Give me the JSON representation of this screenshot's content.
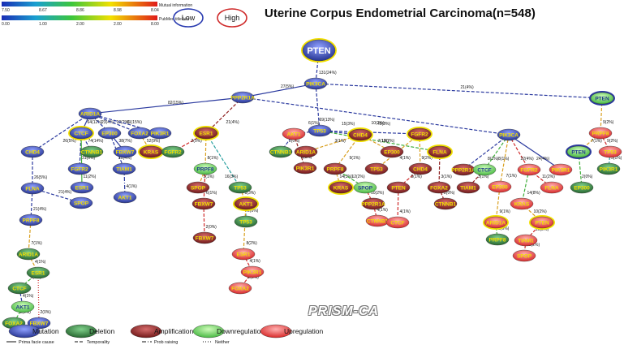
{
  "title": "Uterine Corpus Endometrial Carcinoma(n=548)",
  "watermark": "PRISM-CA",
  "colorbar_mi": {
    "label": "Mutual information",
    "ticks": [
      "7.50",
      "8.67",
      "8.86",
      "8.98",
      "8.04"
    ]
  },
  "colorbar_pubmed": {
    "label": "PubMed title hits",
    "ticks": [
      "0.00",
      "1.00",
      "2.00",
      "2.00",
      "8.00"
    ]
  },
  "low_high_legend": {
    "low": "Low",
    "high": "High",
    "low_color": "#2a3bb0",
    "high_color": "#cf2a2a"
  },
  "node_legend": [
    {
      "label": "Mutation",
      "type": "mutation"
    },
    {
      "label": "Deletion",
      "type": "deletion"
    },
    {
      "label": "Amplification",
      "type": "amplification"
    },
    {
      "label": "Downregulation",
      "type": "downregulation"
    },
    {
      "label": "Upregulation",
      "type": "upregulation"
    }
  ],
  "edge_legend": [
    {
      "label": "Prima facie cause",
      "style": "solid"
    },
    {
      "label": "Temporality",
      "style": "dashed"
    },
    {
      "label": "Prob raising",
      "style": "dashdot"
    },
    {
      "label": "Neither",
      "style": "dotted"
    }
  ],
  "type_colors": {
    "mutation": "#2b3a9f",
    "deletion": "#2f7a3a",
    "amplification": "#8e2020",
    "downregulation": "#69d54f",
    "upregulation": "#e83838",
    "mutation_yellow": "#3a3fa0"
  },
  "nodes": [
    {
      "id": "pten_root",
      "label": "PTEN",
      "type": "mutation",
      "ring": "#f3e000",
      "big": true
    },
    {
      "id": "pik3ca_1",
      "label": "PIK3CA",
      "type": "mutation"
    },
    {
      "id": "ppp2r1a",
      "label": "PPP2R1A",
      "type": "mutation"
    },
    {
      "id": "pten_2",
      "label": "PTEN",
      "type": "downregulation",
      "ring": "#2b3a9f"
    },
    {
      "id": "arid1a_1",
      "label": "ARID1A",
      "type": "mutation"
    },
    {
      "id": "tp53_1",
      "label": "TP53",
      "type": "mutation"
    },
    {
      "id": "ctcf_1",
      "label": "CTCF",
      "type": "mutation",
      "ring": "#f3e000"
    },
    {
      "id": "ep300_1",
      "label": "EP300",
      "type": "mutation"
    },
    {
      "id": "foxa2_1",
      "label": "FOXA2",
      "type": "mutation"
    },
    {
      "id": "pik3r1_1",
      "label": "PIK3R1",
      "type": "mutation"
    },
    {
      "id": "esr1_1",
      "label": "ESR1",
      "type": "amplification",
      "ring": "#f3e000"
    },
    {
      "id": "chd4_1",
      "label": "CHD4",
      "type": "mutation"
    },
    {
      "id": "ctnnb1_1",
      "label": "CTNNB1",
      "type": "deletion"
    },
    {
      "id": "fgfr2_1",
      "label": "FGFR2",
      "type": "mutation"
    },
    {
      "id": "fbxw7_1",
      "label": "FBXW7",
      "type": "mutation"
    },
    {
      "id": "kras_1",
      "label": "KRAS",
      "type": "amplification",
      "ring": "#f3e000"
    },
    {
      "id": "fgfr2_2",
      "label": "FGFR2",
      "type": "deletion"
    },
    {
      "id": "tiam1_1",
      "label": "TIAM1",
      "type": "mutation"
    },
    {
      "id": "esr1_2",
      "label": "ESR1",
      "type": "mutation"
    },
    {
      "id": "akt1_1",
      "label": "AKT1",
      "type": "mutation"
    },
    {
      "id": "flna_1",
      "label": "FLNA",
      "type": "mutation"
    },
    {
      "id": "spop_1",
      "label": "SPOP",
      "type": "mutation"
    },
    {
      "id": "prpf8_1",
      "label": "PRPF8",
      "type": "mutation"
    },
    {
      "id": "arid1a_2",
      "label": "ARID1A",
      "type": "deletion"
    },
    {
      "id": "esr1_3",
      "label": "ESR1",
      "type": "deletion"
    },
    {
      "id": "ctcf_2",
      "label": "CTCF",
      "type": "deletion"
    },
    {
      "id": "akt1_2",
      "label": "AKT1",
      "type": "downregulation"
    },
    {
      "id": "foxa2_2",
      "label": "FOXA2",
      "type": "deletion"
    },
    {
      "id": "fbxw7_2",
      "label": "FBXW7",
      "type": "mutation"
    },
    {
      "id": "prpf8_2",
      "label": "PRPF8",
      "type": "downregulation"
    },
    {
      "id": "spop_2",
      "label": "SPOP",
      "type": "amplification"
    },
    {
      "id": "tp53_2",
      "label": "TP53",
      "type": "deletion"
    },
    {
      "id": "fbxw7_3",
      "label": "FBXW7",
      "type": "amplification"
    },
    {
      "id": "akt1_3",
      "label": "AKT1",
      "type": "amplification",
      "ring": "#f3e000"
    },
    {
      "id": "fbxw7_4",
      "label": "FBXW7",
      "type": "amplification"
    },
    {
      "id": "tp53_3",
      "label": "TP53",
      "type": "deletion"
    },
    {
      "id": "esr1_4",
      "label": "ESR1",
      "type": "upregulation"
    },
    {
      "id": "pik3r1_2",
      "label": "PIK3R1",
      "type": "upregulation"
    },
    {
      "id": "foxa2_3",
      "label": "FOXA2",
      "type": "upregulation"
    },
    {
      "id": "akt1_4",
      "label": "AKT1",
      "type": "upregulation"
    },
    {
      "id": "ctnnb1_2",
      "label": "CTNNB1",
      "type": "deletion"
    },
    {
      "id": "pik3r1_3",
      "label": "PIK3R1",
      "type": "amplification"
    },
    {
      "id": "chd4_2",
      "label": "CHD4",
      "type": "amplification",
      "ring": "#f3e000"
    },
    {
      "id": "arid1a_3",
      "label": "ARID1A",
      "type": "amplification"
    },
    {
      "id": "prpf8_3",
      "label": "PRPF8",
      "type": "amplification"
    },
    {
      "id": "kras_2",
      "label": "KRAS",
      "type": "amplification",
      "ring": "#f3e000"
    },
    {
      "id": "spop_3",
      "label": "SPOP",
      "type": "downregulation"
    },
    {
      "id": "ppp2r1a_2",
      "label": "PPP2R1A",
      "type": "amplification"
    },
    {
      "id": "ctnnb1_3",
      "label": "CTNNB1",
      "type": "upregulation"
    },
    {
      "id": "fgfr2_3",
      "label": "FGFR2",
      "type": "amplification",
      "ring": "#f3e000"
    },
    {
      "id": "ep300_2",
      "label": "EP300",
      "type": "amplification"
    },
    {
      "id": "tp53_4",
      "label": "TP53",
      "type": "amplification"
    },
    {
      "id": "chd4_3",
      "label": "CHD4",
      "type": "amplification"
    },
    {
      "id": "pten_3",
      "label": "PTEN",
      "type": "amplification"
    },
    {
      "id": "ctcf_3",
      "label": "CTCF",
      "type": "upregulation"
    },
    {
      "id": "flna_2",
      "label": "FLNA",
      "type": "amplification",
      "ring": "#f3e000"
    },
    {
      "id": "foxa2_4",
      "label": "FOXA2",
      "type": "amplification"
    },
    {
      "id": "ctnnb1_4",
      "label": "CTNNB1",
      "type": "amplification"
    },
    {
      "id": "pik3ca_2",
      "label": "PIK3CA",
      "type": "mutation"
    },
    {
      "id": "ppp2r1a_3",
      "label": "PPP2R1A",
      "type": "amplification"
    },
    {
      "id": "ctcf_4",
      "label": "CTCF",
      "type": "downregulation"
    },
    {
      "id": "fgfr2_4",
      "label": "FGFR2",
      "type": "upregulation"
    },
    {
      "id": "pik3r1_4",
      "label": "PIK3R1",
      "type": "upregulation"
    },
    {
      "id": "tiam1_2",
      "label": "TIAM1",
      "type": "amplification"
    },
    {
      "id": "ep300_3",
      "label": "EP300",
      "type": "upregulation"
    },
    {
      "id": "flna_3",
      "label": "FLNA",
      "type": "upregulation"
    },
    {
      "id": "kras_3",
      "label": "KRAS",
      "type": "upregulation"
    },
    {
      "id": "pten_4",
      "label": "PTEN",
      "type": "upregulation",
      "ring": "#f3e000"
    },
    {
      "id": "arid1a_4",
      "label": "ARID1A",
      "type": "upregulation",
      "ring": "#f3e000"
    },
    {
      "id": "prpf8_4",
      "label": "PRPF8",
      "type": "deletion"
    },
    {
      "id": "tiam1_3",
      "label": "TIAM1",
      "type": "upregulation"
    },
    {
      "id": "spop_4",
      "label": "SPOP",
      "type": "upregulation"
    },
    {
      "id": "prpf8_5",
      "label": "PRPF8",
      "type": "upregulation"
    },
    {
      "id": "pten_5",
      "label": "PTEN",
      "type": "downregulation",
      "ring": "#2b3a9f"
    },
    {
      "id": "tp53_5",
      "label": "TP53",
      "type": "upregulation"
    },
    {
      "id": "pik3r1_5",
      "label": "PIK3R1",
      "type": "deletion"
    },
    {
      "id": "ep300_4",
      "label": "EP300",
      "type": "deletion"
    }
  ],
  "edges": [
    {
      "from": "pten_root",
      "to": "pik3ca_1",
      "label": "131(24%)",
      "style": "dashed",
      "color": "#2b3a9f"
    },
    {
      "from": "pik3ca_1",
      "to": "ppp2r1a",
      "label": "27(5%)",
      "style": "solid",
      "color": "#2b3a9f"
    },
    {
      "from": "pik3ca_1",
      "to": "tp53_1",
      "label": "69(13%)",
      "style": "dashed",
      "color": "#2b3a9f"
    },
    {
      "from": "pik3ca_1",
      "to": "pten_2",
      "label": "21(4%)",
      "style": "dashed",
      "color": "#2b3a9f"
    },
    {
      "from": "ppp2r1a",
      "to": "arid1a_1",
      "label": "82(15%)",
      "style": "solid",
      "color": "#2b3a9f"
    },
    {
      "from": "ppp2r1a",
      "to": "esr1_1",
      "label": "21(4%)",
      "style": "dashed",
      "color": "#8e2020"
    },
    {
      "from": "ppp2r1a",
      "to": "pik3ca_2",
      "label": "45(8%)",
      "style": "dashed",
      "color": "#2b3a9f"
    },
    {
      "from": "arid1a_1",
      "to": "ctcf_1",
      "label": "64(12%)",
      "style": "solid",
      "color": "#2b3a9f"
    },
    {
      "from": "arid1a_1",
      "to": "chd4_1",
      "label": "26(5%)",
      "style": "dashed",
      "color": "#2b3a9f"
    },
    {
      "from": "arid1a_1",
      "to": "ep300_1",
      "label": "23(4%)",
      "style": "dashed",
      "color": "#2b3a9f"
    },
    {
      "from": "arid1a_1",
      "to": "foxa2_1",
      "label": "12(2%)",
      "style": "dashed",
      "color": "#2b3a9f"
    },
    {
      "from": "arid1a_1",
      "to": "pik3r1_1",
      "label": "81(15%)",
      "style": "dashed",
      "color": "#2b3a9f"
    },
    {
      "from": "ctcf_1",
      "to": "ctnnb1_1",
      "label": "74(14%)",
      "style": "dashed",
      "color": "#2b3a9f"
    },
    {
      "from": "ctcf_1",
      "to": "fgfr2_1",
      "label": "31(6%)",
      "style": "dashed",
      "color": "#2b3a9f"
    },
    {
      "from": "ctcf_1",
      "to": "esr1_2",
      "label": "11(2%)",
      "style": "solid",
      "color": "#3fae3a"
    },
    {
      "from": "ep300_1",
      "to": "fbxw7_1",
      "label": "38(7%)",
      "style": "solid",
      "color": "#2b3a9f"
    },
    {
      "from": "ep300_1",
      "to": "tiam1_1",
      "label": "20(4%)",
      "style": "dashed",
      "color": "#2b3a9f"
    },
    {
      "from": "foxa2_1",
      "to": "kras_1",
      "label": "52(9%)",
      "style": "dashed",
      "color": "#d9a020"
    },
    {
      "from": "esr1_1",
      "to": "fgfr2_2",
      "label": "2(0%)",
      "style": "dashed",
      "color": "#cf2a2a"
    },
    {
      "from": "tiam1_1",
      "to": "akt1_1",
      "label": "4(1%)",
      "style": "dashdot",
      "color": "#2b3a9f"
    },
    {
      "from": "chd4_1",
      "to": "flna_1",
      "label": "26(5%)",
      "style": "dashed",
      "color": "#2b3a9f"
    },
    {
      "from": "flna_1",
      "to": "spop_1",
      "label": "21(4%)",
      "style": "dashed",
      "color": "#2b3a9f"
    },
    {
      "from": "flna_1",
      "to": "prpf8_1",
      "label": "21(4%)",
      "style": "dashed",
      "color": "#2b3a9f"
    },
    {
      "from": "prpf8_1",
      "to": "arid1a_2",
      "label": "7(1%)",
      "style": "dashed",
      "color": "#d9a020"
    },
    {
      "from": "arid1a_2",
      "to": "esr1_3",
      "label": "4(1%)",
      "style": "dashed",
      "color": "#d9a020"
    },
    {
      "from": "esr1_3",
      "to": "ctcf_2",
      "label": "6(1%)",
      "style": "dashed",
      "color": "#3fae3a"
    },
    {
      "from": "ctcf_2",
      "to": "akt1_2",
      "label": "4(1%)",
      "style": "dashed",
      "color": "#2b3a9f"
    },
    {
      "from": "akt1_2",
      "to": "foxa2_2",
      "label": "2(0%)",
      "style": "dashed",
      "color": "#3fae3a"
    },
    {
      "from": "esr1_3",
      "to": "fbxw7_2",
      "label": "2(0%)",
      "style": "dotted",
      "color": "#cf2a2a"
    },
    {
      "from": "esr1_1",
      "to": "prpf8_2",
      "label": "8(1%)",
      "style": "dashed",
      "color": "#d9a020"
    },
    {
      "from": "esr1_1",
      "to": "tp53_2",
      "label": "16(3%)",
      "style": "dashed",
      "color": "#2aa0a0"
    },
    {
      "from": "prpf8_2",
      "to": "spop_2",
      "label": "5(1%)",
      "style": "dashed",
      "color": "#d9a020"
    },
    {
      "from": "prpf8_2",
      "to": "fbxw7_3",
      "label": "6(1%)",
      "style": "dashed",
      "color": "#cf2a2a"
    },
    {
      "from": "fbxw7_3",
      "to": "fbxw7_4",
      "label": "2(0%)",
      "style": "dashed",
      "color": "#cf2a2a"
    },
    {
      "from": "tp53_2",
      "to": "akt1_3",
      "label": "1(3%)",
      "style": "dashed",
      "color": "#d9a020"
    },
    {
      "from": "akt1_3",
      "to": "tp53_3",
      "label": "2(0%)",
      "style": "dashed",
      "color": "#2aa0a0"
    },
    {
      "from": "akt1_3",
      "to": "esr1_4",
      "label": "8(2%)",
      "style": "dashed",
      "color": "#d9a020"
    },
    {
      "from": "esr1_4",
      "to": "pik3r1_2",
      "label": "4(1%)",
      "style": "dashed",
      "color": "#cf2a2a"
    },
    {
      "from": "pik3r1_2",
      "to": "foxa2_3",
      "label": "2(0%)",
      "style": "dashed",
      "color": "#cf2a2a"
    },
    {
      "from": "tp53_1",
      "to": "akt1_4",
      "label": "6(1%)",
      "style": "dashed",
      "color": "#2b3a9f"
    },
    {
      "from": "tp53_1",
      "to": "chd4_2",
      "label": "15(3%)",
      "style": "dashed",
      "color": "#2b3a9f"
    },
    {
      "from": "tp53_1",
      "to": "fgfr2_3",
      "label": "10(2%)",
      "style": "dashed",
      "color": "#2b3a9f"
    },
    {
      "from": "tp53_1",
      "to": "flna_2",
      "label": "10(2%)",
      "style": "dashed",
      "color": "#3fae3a"
    },
    {
      "from": "akt1_4",
      "to": "ctnnb1_2",
      "label": "2(0%)",
      "style": "dashed",
      "color": "#2b3a9f"
    },
    {
      "from": "akt1_4",
      "to": "pik3r1_3",
      "label": "3(1%)",
      "style": "dashed",
      "color": "#8e2020"
    },
    {
      "from": "chd4_2",
      "to": "arid1a_3",
      "label": "3(1%)",
      "style": "dashed",
      "color": "#d9a020"
    },
    {
      "from": "chd4_2",
      "to": "prpf8_3",
      "label": "9(1%)",
      "style": "dashed",
      "color": "#d9a020"
    },
    {
      "from": "chd4_2",
      "to": "ep300_2",
      "label": "7(1%)",
      "style": "dashed",
      "color": "#d9a020"
    },
    {
      "from": "prpf8_3",
      "to": "kras_2",
      "label": "14(3%)",
      "style": "dashed",
      "color": "#d9a020"
    },
    {
      "from": "prpf8_3",
      "to": "spop_3",
      "label": "12(2%)",
      "style": "dashed",
      "color": "#3fae3a"
    },
    {
      "from": "spop_3",
      "to": "ppp2r1a_2",
      "label": "10(2%)",
      "style": "dashed",
      "color": "#cf2a2a"
    },
    {
      "from": "ppp2r1a_2",
      "to": "ctnnb1_3",
      "label": "4(1%)",
      "style": "dashed",
      "color": "#cf2a2a"
    },
    {
      "from": "fgfr2_3",
      "to": "tp53_4",
      "label": "4(1%)",
      "style": "dashed",
      "color": "#d9a020"
    },
    {
      "from": "fgfr2_3",
      "to": "chd4_3",
      "label": "9(2%)",
      "style": "dashed",
      "color": "#d9a020"
    },
    {
      "from": "chd4_3",
      "to": "pten_3",
      "label": "5(1%)",
      "style": "dashed",
      "color": "#cf2a2a"
    },
    {
      "from": "pten_3",
      "to": "ctcf_3",
      "label": "4(1%)",
      "style": "dashed",
      "color": "#cf2a2a"
    },
    {
      "from": "flna_2",
      "to": "foxa2_4",
      "label": "3(1%)",
      "style": "dashed",
      "color": "#8e2020"
    },
    {
      "from": "foxa2_4",
      "to": "ctnnb1_4",
      "label": "2(0%)",
      "style": "dashed",
      "color": "#8e2020"
    },
    {
      "from": "pik3ca_2",
      "to": "ppp2r1a_3",
      "label": "8(1%)",
      "style": "dashed",
      "color": "#2b3a9f"
    },
    {
      "from": "pik3ca_2",
      "to": "ctcf_4",
      "label": "8(1%)",
      "style": "dashed",
      "color": "#3fae3a"
    },
    {
      "from": "pik3ca_2",
      "to": "fgfr2_4",
      "label": "22(4%)",
      "style": "dashed",
      "color": "#cf2a2a"
    },
    {
      "from": "pik3ca_2",
      "to": "pik3r1_4",
      "label": "24(4%)",
      "style": "solid",
      "color": "#2b3a9f"
    },
    {
      "from": "ctcf_4",
      "to": "tiam1_2",
      "label": "3(1%)",
      "style": "dashed",
      "color": "#8e2020"
    },
    {
      "from": "pik3ca_2",
      "to": "ep300_3",
      "label": "7(1%)",
      "style": "dashed",
      "color": "#d9a020"
    },
    {
      "from": "fgfr2_4",
      "to": "flna_3",
      "label": "11(2%)",
      "style": "dashed",
      "color": "#cf2a2a"
    },
    {
      "from": "fgfr2_4",
      "to": "kras_3",
      "label": "14(8%)",
      "style": "dashed",
      "color": "#3fae3a"
    },
    {
      "from": "kras_3",
      "to": "pten_4",
      "label": "10(2%)",
      "style": "dashed",
      "color": "#d9a020"
    },
    {
      "from": "ep300_3",
      "to": "arid1a_4",
      "label": "9(1%)",
      "style": "dashed",
      "color": "#d9a020"
    },
    {
      "from": "arid1a_4",
      "to": "prpf8_4",
      "label": "2(0%)",
      "style": "dashed",
      "color": "#3fae3a"
    },
    {
      "from": "pten_4",
      "to": "tiam1_3",
      "label": "10(2%)",
      "style": "dashed",
      "color": "#cf2a2a"
    },
    {
      "from": "tiam1_3",
      "to": "spop_4",
      "label": "13(2%)",
      "style": "dashed",
      "color": "#cf2a2a"
    },
    {
      "from": "pten_2",
      "to": "prpf8_5",
      "label": "9(2%)",
      "style": "dashed",
      "color": "#d9a020"
    },
    {
      "from": "prpf8_5",
      "to": "pten_5",
      "label": "7(1%)",
      "style": "dashed",
      "color": "#d9a020"
    },
    {
      "from": "prpf8_5",
      "to": "tp53_5",
      "label": "9(2%)",
      "style": "dashed",
      "color": "#cf2a2a"
    },
    {
      "from": "pten_5",
      "to": "ep300_4",
      "label": "2(0%)",
      "style": "dashed",
      "color": "#3fae3a"
    },
    {
      "from": "tp53_5",
      "to": "pik3r1_5",
      "label": "5(1%)",
      "style": "dashed",
      "color": "#2aa0a0"
    }
  ]
}
